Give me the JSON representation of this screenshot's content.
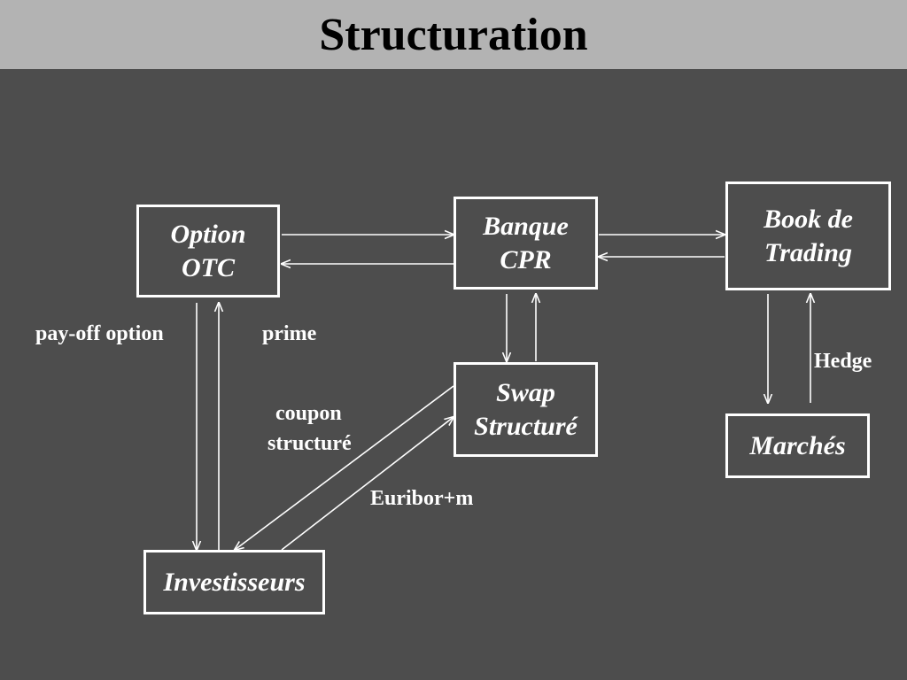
{
  "title": "Structuration",
  "nodes": {
    "option_otc": [
      "Option",
      "OTC"
    ],
    "banque_cpr": [
      "Banque",
      "CPR"
    ],
    "book_trading": [
      "Book de",
      "Trading"
    ],
    "swap_structure": [
      "Swap",
      "Structuré"
    ],
    "marches": [
      "Marchés"
    ],
    "investisseurs": [
      "Investisseurs"
    ]
  },
  "labels": {
    "payoff_option": "pay-off option",
    "prime": "prime",
    "coupon": "coupon",
    "structure": "structuré",
    "euribor": "Euribor+m",
    "hedge": "Hedge"
  },
  "colors": {
    "background": "#4d4d4d",
    "title_bar": "#b3b3b3",
    "foreground": "#ffffff"
  }
}
